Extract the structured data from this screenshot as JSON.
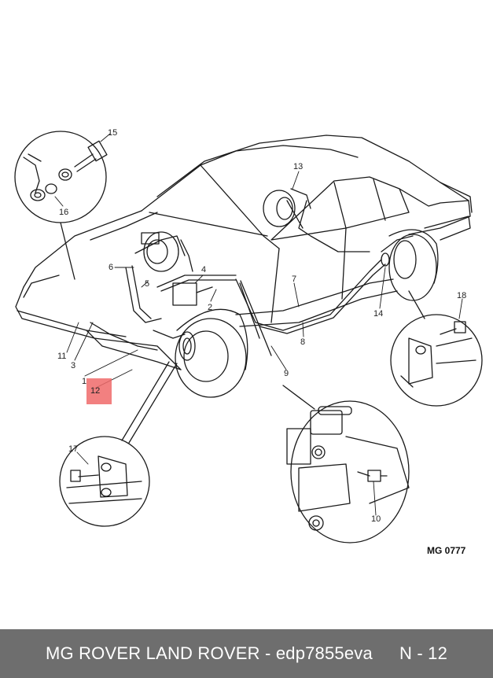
{
  "diagram": {
    "reference_code": "MG 0777",
    "highlight_color": "#f06a6a",
    "callouts": [
      {
        "id": "c1",
        "label": "1"
      },
      {
        "id": "c2",
        "label": "2"
      },
      {
        "id": "c3",
        "label": "3"
      },
      {
        "id": "c4",
        "label": "4"
      },
      {
        "id": "c5",
        "label": "5"
      },
      {
        "id": "c6",
        "label": "6"
      },
      {
        "id": "c7",
        "label": "7"
      },
      {
        "id": "c8",
        "label": "8"
      },
      {
        "id": "c9",
        "label": "9"
      },
      {
        "id": "c10",
        "label": "10"
      },
      {
        "id": "c11",
        "label": "11"
      },
      {
        "id": "c12",
        "label": "12"
      },
      {
        "id": "c13",
        "label": "13"
      },
      {
        "id": "c14",
        "label": "14"
      },
      {
        "id": "c15",
        "label": "15"
      },
      {
        "id": "c16",
        "label": "16"
      },
      {
        "id": "c17",
        "label": "17"
      },
      {
        "id": "c18",
        "label": "18"
      }
    ]
  },
  "footer": {
    "caption": "MG ROVER LAND ROVER - edp7855eva",
    "page": "N - 12",
    "background_color": "#6e6e6e",
    "text_color": "#ffffff"
  }
}
